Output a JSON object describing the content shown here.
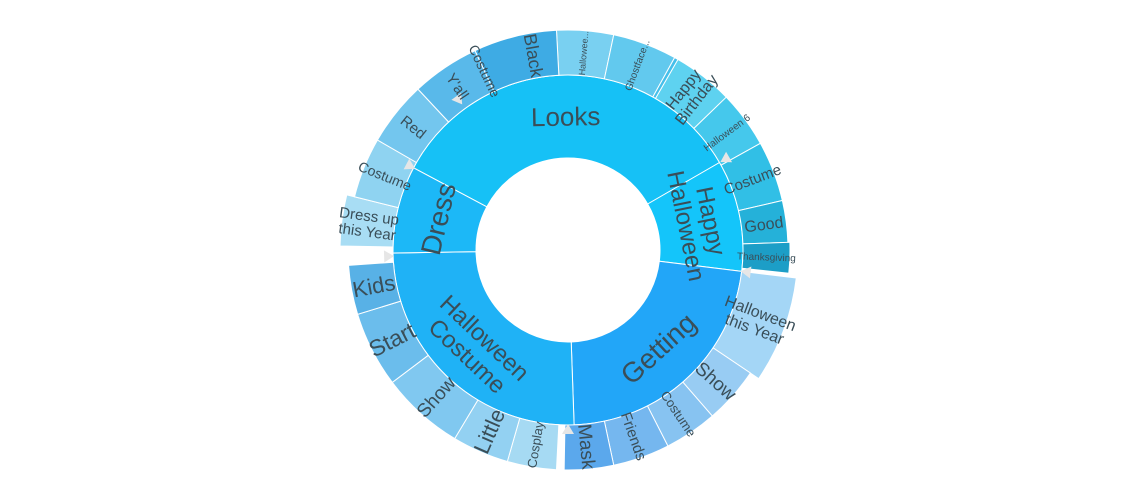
{
  "chart_data": {
    "type": "sunburst",
    "title": "",
    "hierarchy": [
      {
        "name": "Looks",
        "color": "#16c1f6",
        "children": [
          {
            "name": "Costume",
            "color": "#a3def3"
          },
          {
            "name": "Black",
            "color": "#89d6f4"
          },
          {
            "name": "Hallowee...",
            "color": "#79d0f1"
          },
          {
            "name": "Ghostface...",
            "color": "#62c9ee"
          },
          {
            "name": "",
            "color": "#45bfea"
          }
        ]
      },
      {
        "name": "Happy\nHalloween",
        "color": "#14c5fa",
        "children": [
          {
            "name": "Happy\nBirthday",
            "color": "#5ed2f0"
          },
          {
            "name": "Halloween 6",
            "color": "#45c8ec"
          },
          {
            "name": "Costume",
            "color": "#31bfe6"
          },
          {
            "name": "Good",
            "color": "#25b1d9"
          },
          {
            "name": "Thanksgiving",
            "color": "#1c9ec7"
          }
        ]
      },
      {
        "name": "Getting",
        "color": "#22a6f8",
        "children": [
          {
            "name": "Halloween\nthis Year",
            "color": "#a4d6f6"
          },
          {
            "name": "Show",
            "color": "#98ccf3"
          },
          {
            "name": "Costume",
            "color": "#87c3f1"
          },
          {
            "name": "Friends",
            "color": "#75b7ef"
          },
          {
            "name": "Mask",
            "color": "#5ba8ec"
          }
        ]
      },
      {
        "name": "Halloween\nCostume",
        "color": "#1fb2f6",
        "children": [
          {
            "name": "Cosplay",
            "color": "#a6daf3"
          },
          {
            "name": "Little",
            "color": "#93d1f2"
          },
          {
            "name": "Show",
            "color": "#80c8f0"
          },
          {
            "name": "Start",
            "color": "#6bbdec"
          },
          {
            "name": "Kids",
            "color": "#58b1e6"
          }
        ]
      },
      {
        "name": "Dress",
        "color": "#1cb8f7",
        "children": [
          {
            "name": "Dress up\nthis Year",
            "color": "#a8ddf4"
          },
          {
            "name": "Costume",
            "color": "#8fd3f1"
          },
          {
            "name": "Red",
            "color": "#73c6ee"
          },
          {
            "name": "Y'all",
            "color": "#59b9ea"
          },
          {
            "name": "",
            "color": "#3eabe4"
          }
        ]
      }
    ]
  }
}
